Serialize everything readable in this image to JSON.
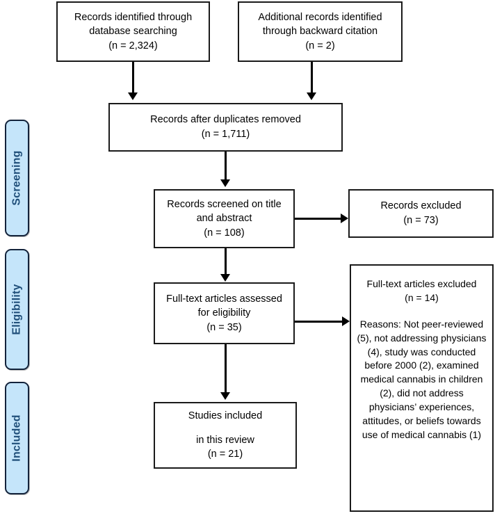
{
  "diagram": {
    "type": "prisma-flow-diagram",
    "colors": {
      "phase_fill": "#c5e5fa",
      "phase_border": "#13233b",
      "phase_text": "#1f4e79",
      "box_border": "#1a1a1a",
      "box_fill": "#ffffff",
      "connector": "#000000"
    }
  },
  "phases": [
    {
      "id": "screening",
      "label": "Screening"
    },
    {
      "id": "eligibility",
      "label": "Eligibility"
    },
    {
      "id": "included",
      "label": "Included"
    }
  ],
  "nodes": {
    "database": {
      "line1": "Records identified through",
      "line2": "database searching",
      "line3": "(n = 2,324)",
      "count": 2324
    },
    "backward": {
      "line1": "Additional records identified",
      "line2": "through backward citation",
      "line3": "(n = 2)",
      "count": 2
    },
    "duplicates": {
      "line1": "Records after duplicates removed",
      "line2": "(n = 1,711)",
      "count": 1711
    },
    "screened": {
      "line1": "Records screened on title",
      "line2": "and abstract",
      "line3": "(n = 108)",
      "count": 108
    },
    "records_excluded": {
      "line1": "Records excluded",
      "line2": "(n = 73)",
      "count": 73
    },
    "fulltext_assessed": {
      "line1": "Full-text articles assessed",
      "line2": "for eligibility",
      "line3": "(n = 35)",
      "count": 35
    },
    "fulltext_excluded": {
      "line1": "Full-text articles excluded",
      "line2": "(n = 14)",
      "count": 14,
      "reasons_text": "Reasons: Not peer-reviewed (5), not addressing physicians (4), study was conducted before 2000 (2), examined medical cannabis in children (2), did not address physicians’ experiences, attitudes, or beliefs towards use of medical cannabis (1)",
      "reasons": [
        {
          "reason": "Not peer-reviewed",
          "count": 5
        },
        {
          "reason": "not addressing physicians",
          "count": 4
        },
        {
          "reason": "study was conducted before 2000",
          "count": 2
        },
        {
          "reason": "examined medical cannabis in children",
          "count": 2
        },
        {
          "reason": "did not address physicians’ experiences, attitudes, or beliefs towards use of medical cannabis",
          "count": 1
        }
      ]
    },
    "included": {
      "line1": "Studies included",
      "line2": "in this review",
      "line3": "(n = 21)",
      "count": 21
    }
  }
}
